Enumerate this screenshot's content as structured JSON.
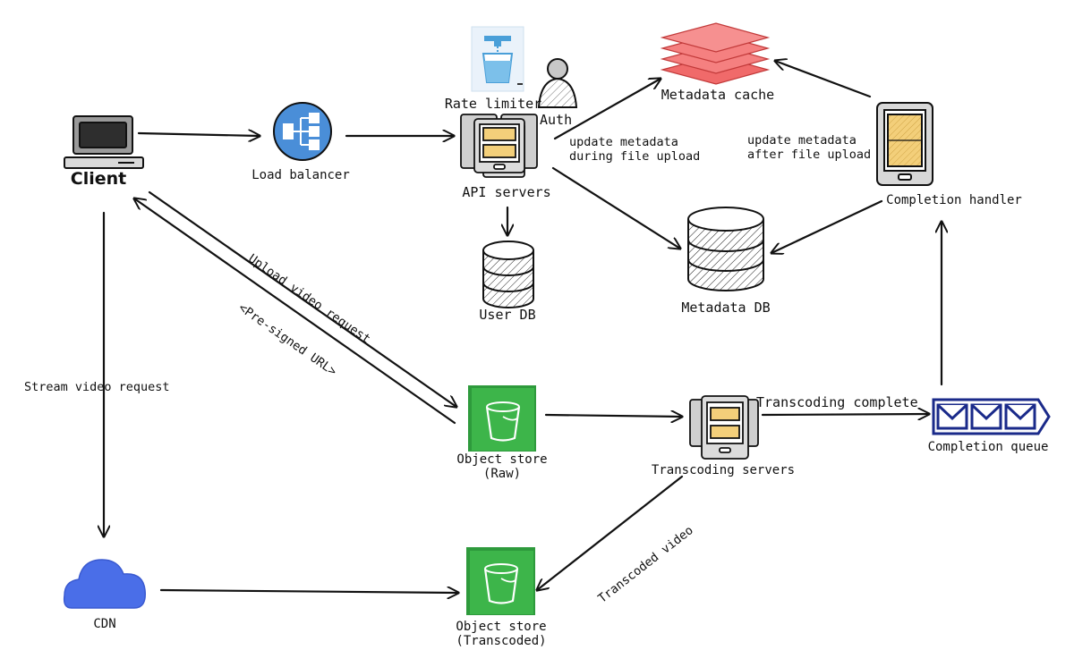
{
  "nodes": {
    "client": "Client",
    "load_balancer": "Load balancer",
    "rate_limiter": "Rate limiter",
    "auth": "Auth",
    "api_servers": "API servers",
    "metadata_cache": "Metadata cache",
    "completion_handler": "Completion handler",
    "user_db": "User DB",
    "metadata_db": "Metadata DB",
    "object_store_raw": [
      "Object store",
      "(Raw)"
    ],
    "transcoding_servers": "Transcoding servers",
    "completion_queue": "Completion queue",
    "cdn": "CDN",
    "object_store_transcoded": [
      "Object store",
      "(Transcoded)"
    ]
  },
  "edges": {
    "update_during": [
      "update metadata",
      "during file upload"
    ],
    "update_after": [
      "update metadata",
      "after file upload"
    ],
    "upload_request": "Upload video request",
    "presigned_url": "<Pre-signed URL>",
    "stream_request": "Stream video request",
    "transcoding_complete": "Transcoding complete",
    "transcoded_video": "Transcoded video"
  },
  "colors": {
    "line": "#111111",
    "cdn": "#4a6ee8",
    "bucket": "#3db54a",
    "cache": "#f06a6a",
    "queue": "#1a2a8a",
    "load_balancer": "#4a8ed8",
    "screen": "#f3cf7a"
  },
  "icons": {
    "client": "desktop-computer-icon",
    "load_balancer": "load-balancer-icon",
    "rate_limiter": "faucet-bucket-icon",
    "auth": "user-silhouette-icon",
    "api_servers": "server-tablets-icon",
    "metadata_cache": "stacked-layers-icon",
    "completion_handler": "tablet-device-icon",
    "database": "database-cylinder-icon",
    "object_store": "bucket-icon",
    "completion_queue": "message-queue-icon",
    "cdn": "cloud-icon"
  }
}
